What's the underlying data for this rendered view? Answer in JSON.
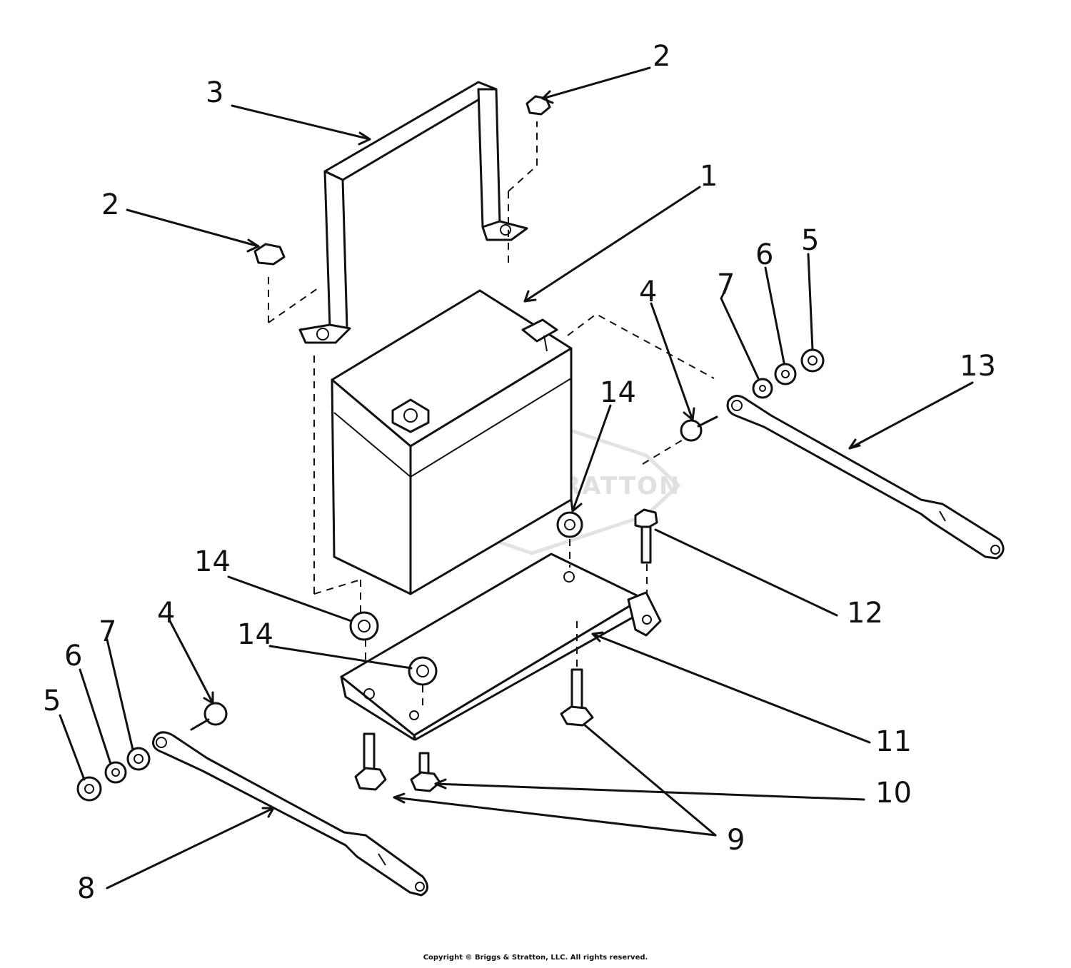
{
  "watermark": {
    "text": "BRIGGS&STRATTON"
  },
  "callouts": [
    {
      "id": "c1",
      "label": "1"
    },
    {
      "id": "c2a",
      "label": "2"
    },
    {
      "id": "c2b",
      "label": "2"
    },
    {
      "id": "c3",
      "label": "3"
    },
    {
      "id": "c4a",
      "label": "4"
    },
    {
      "id": "c4b",
      "label": "4"
    },
    {
      "id": "c5a",
      "label": "5"
    },
    {
      "id": "c5b",
      "label": "5"
    },
    {
      "id": "c6a",
      "label": "6"
    },
    {
      "id": "c6b",
      "label": "6"
    },
    {
      "id": "c7a",
      "label": "7"
    },
    {
      "id": "c7b",
      "label": "7"
    },
    {
      "id": "c8",
      "label": "8"
    },
    {
      "id": "c9",
      "label": "9"
    },
    {
      "id": "c10",
      "label": "10"
    },
    {
      "id": "c11",
      "label": "11"
    },
    {
      "id": "c12",
      "label": "12"
    },
    {
      "id": "c13",
      "label": "13"
    },
    {
      "id": "c14a",
      "label": "14"
    },
    {
      "id": "c14b",
      "label": "14"
    },
    {
      "id": "c14c",
      "label": "14"
    }
  ],
  "footer": {
    "copyright": "Copyright © Briggs & Stratton, LLC. All rights reserved."
  }
}
